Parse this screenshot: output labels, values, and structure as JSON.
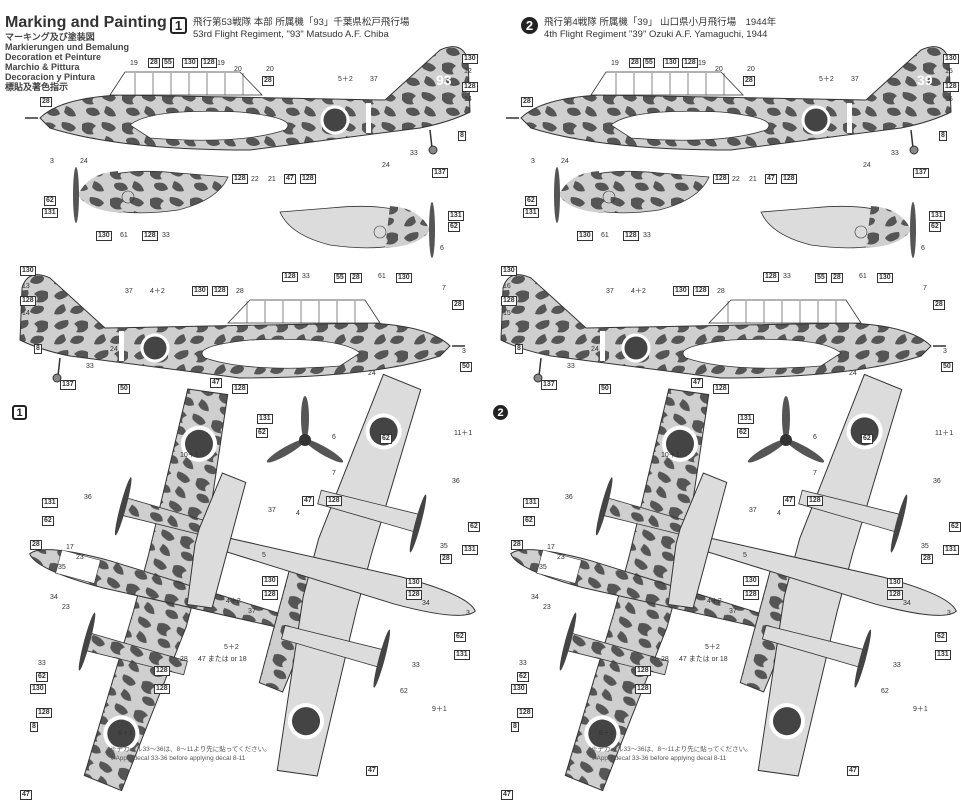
{
  "sheet": {
    "title": "Marking and Painting",
    "languages": [
      "マーキング及び塗装図",
      "Markierungen und Bemalung",
      "Decoration et Peinture",
      "Marchio & Pittura",
      "Decoracion y Pintura",
      "標貼及著色指示"
    ]
  },
  "colors": {
    "camo_dark": "#555555",
    "camo_light": "#cfcfcf",
    "underside": "#dcdcdc",
    "hinomaru": "#444444",
    "line": "#333333"
  },
  "panels": [
    {
      "badge": "1",
      "header_jp": "飛行第53戦隊 本部 所属機「93」千葉県松戸飛行場",
      "header_en": "53rd Flight Regiment, \"93\" Matsudo A.F. Chiba",
      "tail_code": "93",
      "note_jp": "※デカール33～36は、8～11より先に貼ってください。",
      "note_en": "※Apply decal 33-36 before applying decal 8-11",
      "callouts": [
        "19",
        "28",
        "55",
        "130",
        "128",
        "19",
        "20",
        "20",
        "28",
        "5＋2",
        "37",
        "130",
        "12",
        "128",
        "14",
        "28",
        "8",
        "33",
        "137",
        "3",
        "24",
        "24",
        "128",
        "22",
        "21",
        "47",
        "128",
        "62",
        "131",
        "130",
        "61",
        "128",
        "33",
        "131",
        "62",
        "6",
        "128",
        "33",
        "55",
        "28",
        "61",
        "130",
        "7",
        "130",
        "13",
        "128",
        "14",
        "37",
        "4＋2",
        "130",
        "128",
        "28",
        "28",
        "8",
        "33",
        "137",
        "24",
        "50",
        "47",
        "128",
        "24",
        "3",
        "50",
        "131",
        "62",
        "6",
        "7",
        "10＋1",
        "36",
        "131",
        "62",
        "28",
        "17",
        "23",
        "35",
        "34",
        "23",
        "130",
        "128",
        "4＋2",
        "37",
        "5＋2",
        "28",
        "47 または or 18",
        "33",
        "62",
        "130",
        "128",
        "128",
        "8＋1",
        "128",
        "8",
        "47",
        "62",
        "11＋1",
        "47",
        "128",
        "37",
        "4",
        "5",
        "36",
        "62",
        "35",
        "28",
        "131",
        "130",
        "128",
        "34",
        "3",
        "62",
        "131",
        "33",
        "62",
        "9＋1",
        "47"
      ]
    },
    {
      "badge": "2",
      "header_jp": "飛行第4戦隊 所属機「39」 山口県小月飛行場　1944年",
      "header_en": "4th Flight Regiment \"39\" Ozuki A.F. Yamaguchi, 1944",
      "tail_code": "39",
      "note_jp": "※デカール33～36は、8～11より先に貼ってください。",
      "note_en": "※Apply decal 33-36 before applying decal 8-11",
      "callouts": [
        "19",
        "28",
        "55",
        "130",
        "128",
        "19",
        "20",
        "20",
        "28",
        "5＋2",
        "37",
        "130",
        "15",
        "128",
        "16",
        "28",
        "8",
        "33",
        "137",
        "3",
        "24",
        "24",
        "128",
        "22",
        "21",
        "47",
        "128",
        "62",
        "131",
        "130",
        "61",
        "128",
        "33",
        "131",
        "62",
        "6",
        "128",
        "33",
        "55",
        "28",
        "61",
        "130",
        "7",
        "130",
        "16",
        "128",
        "15",
        "37",
        "4＋2",
        "130",
        "128",
        "28",
        "28",
        "8",
        "33",
        "137",
        "24",
        "50",
        "47",
        "128",
        "24",
        "3",
        "50",
        "131",
        "62",
        "6",
        "7",
        "10＋1",
        "36",
        "131",
        "62",
        "28",
        "17",
        "23",
        "35",
        "34",
        "23",
        "130",
        "128",
        "4＋2",
        "37",
        "5＋2",
        "28",
        "47 または or 18",
        "33",
        "62",
        "130",
        "128",
        "128",
        "8＋1",
        "128",
        "8",
        "47",
        "62",
        "11＋1",
        "47",
        "128",
        "37",
        "4",
        "5",
        "36",
        "62",
        "35",
        "28",
        "131",
        "130",
        "128",
        "34",
        "3",
        "62",
        "131",
        "33",
        "62",
        "9＋1",
        "47"
      ]
    }
  ]
}
